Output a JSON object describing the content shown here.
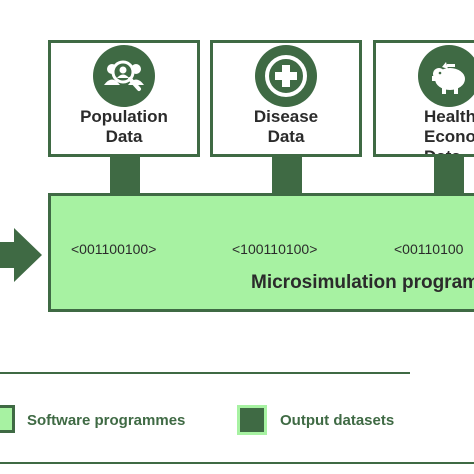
{
  "data_sources": [
    {
      "label": "Population\nData",
      "icon": "population-search-icon"
    },
    {
      "label": "Disease\nData",
      "icon": "medical-cross-icon"
    },
    {
      "label": "Health\nEconomic\nData",
      "icon": "piggy-bank-icon"
    }
  ],
  "program": {
    "codes": [
      "<001100100>",
      "<100110100>",
      "<00110100"
    ],
    "label": "Microsimulation programme"
  },
  "legend": {
    "software_label": "Software programmes",
    "output_label": "Output datasets"
  },
  "colors": {
    "dark_green": "#3f6a44",
    "light_green": "#a7f2a2",
    "text": "#2b2b2b"
  }
}
